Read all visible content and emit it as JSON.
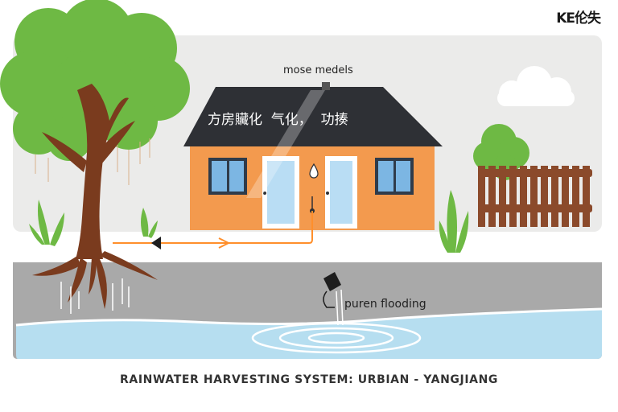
{
  "brand": {
    "logo_text": "KE伦失"
  },
  "house": {
    "roof_label": "mose medels",
    "roof_text": "方房贜化  气化，  功揍"
  },
  "ground": {
    "flood_label": "puren flooding"
  },
  "caption": "RAINWATER HARVESTING SYSTEM: URBIAN - YANGJIANG",
  "colors": {
    "sky_panel": "#ebebea",
    "wall": "#f39a4e",
    "roof": "#2e3035",
    "window_frame": "#2f3b4a",
    "glass": "#7cb6e3",
    "tree_canopy": "#6eb944",
    "trunk": "#7a3b1e",
    "fence": "#8b4a2b",
    "pavement": "#a9a9a9",
    "water": "#b6def0",
    "pipe": "#ff8f2b"
  }
}
